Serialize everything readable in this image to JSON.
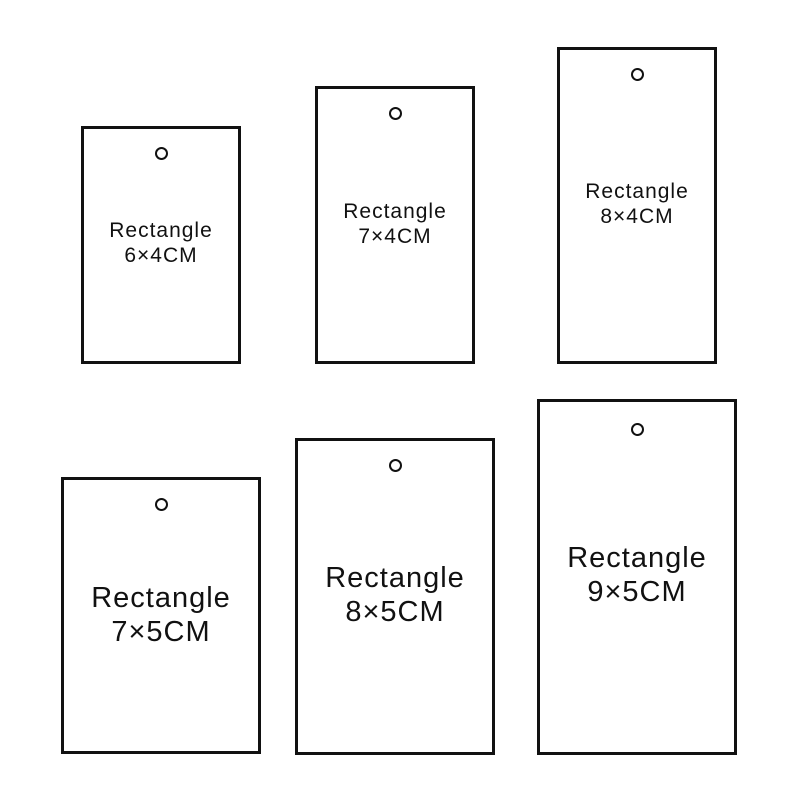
{
  "tags": [
    {
      "title": "Rectangle",
      "size": "6×4CM"
    },
    {
      "title": "Rectangle",
      "size": "7×4CM"
    },
    {
      "title": "Rectangle",
      "size": "8×4CM"
    },
    {
      "title": "Rectangle",
      "size": "7×5CM"
    },
    {
      "title": "Rectangle",
      "size": "8×5CM"
    },
    {
      "title": "Rectangle",
      "size": "9×5CM"
    }
  ],
  "colors": {
    "outline": "#111111",
    "background": "#ffffff",
    "text": "#111111"
  }
}
